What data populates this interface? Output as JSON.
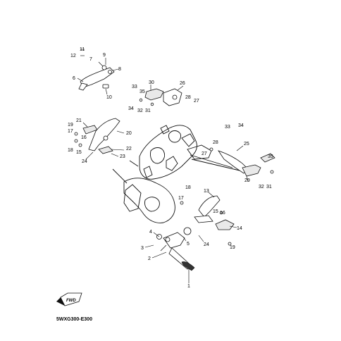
{
  "diagram": {
    "caption": "5WXG300-E300",
    "fwd_badge": "FWD",
    "callouts": [
      {
        "id": "c11a",
        "text": "11"
      },
      {
        "id": "c12",
        "text": "12"
      },
      {
        "id": "c7",
        "text": "7"
      },
      {
        "id": "c9",
        "text": "9"
      },
      {
        "id": "c8",
        "text": "8"
      },
      {
        "id": "c6",
        "text": "6"
      },
      {
        "id": "c10",
        "text": "10"
      },
      {
        "id": "c30",
        "text": "30"
      },
      {
        "id": "c26",
        "text": "26"
      },
      {
        "id": "c33a",
        "text": "33"
      },
      {
        "id": "c35a",
        "text": "35"
      },
      {
        "id": "c34a",
        "text": "34"
      },
      {
        "id": "c32a",
        "text": "32"
      },
      {
        "id": "c31a",
        "text": "31"
      },
      {
        "id": "c28a",
        "text": "28"
      },
      {
        "id": "c27a",
        "text": "27"
      },
      {
        "id": "c21",
        "text": "21"
      },
      {
        "id": "c19a",
        "text": "19"
      },
      {
        "id": "c17a",
        "text": "17"
      },
      {
        "id": "c16a",
        "text": "16"
      },
      {
        "id": "c18a",
        "text": "18"
      },
      {
        "id": "c15a",
        "text": "15"
      },
      {
        "id": "c20",
        "text": "20"
      },
      {
        "id": "c22",
        "text": "22"
      },
      {
        "id": "c23",
        "text": "23"
      },
      {
        "id": "c24a",
        "text": "24"
      },
      {
        "id": "c33b",
        "text": "33"
      },
      {
        "id": "c34b",
        "text": "34"
      },
      {
        "id": "c28b",
        "text": "28"
      },
      {
        "id": "c27b",
        "text": "27"
      },
      {
        "id": "c25",
        "text": "25"
      },
      {
        "id": "c35b",
        "text": "35"
      },
      {
        "id": "c29",
        "text": "29"
      },
      {
        "id": "c32b",
        "text": "32"
      },
      {
        "id": "c31b",
        "text": "31"
      },
      {
        "id": "c18b",
        "text": "18"
      },
      {
        "id": "c13",
        "text": "13"
      },
      {
        "id": "c17b",
        "text": "17"
      },
      {
        "id": "c15b",
        "text": "15"
      },
      {
        "id": "c16b",
        "text": "16"
      },
      {
        "id": "c14",
        "text": "14"
      },
      {
        "id": "c24b",
        "text": "24"
      },
      {
        "id": "c19b",
        "text": "19"
      },
      {
        "id": "c4",
        "text": "4"
      },
      {
        "id": "c5",
        "text": "5"
      },
      {
        "id": "c3",
        "text": "3"
      },
      {
        "id": "c2",
        "text": "2"
      },
      {
        "id": "c1",
        "text": "1"
      }
    ]
  }
}
